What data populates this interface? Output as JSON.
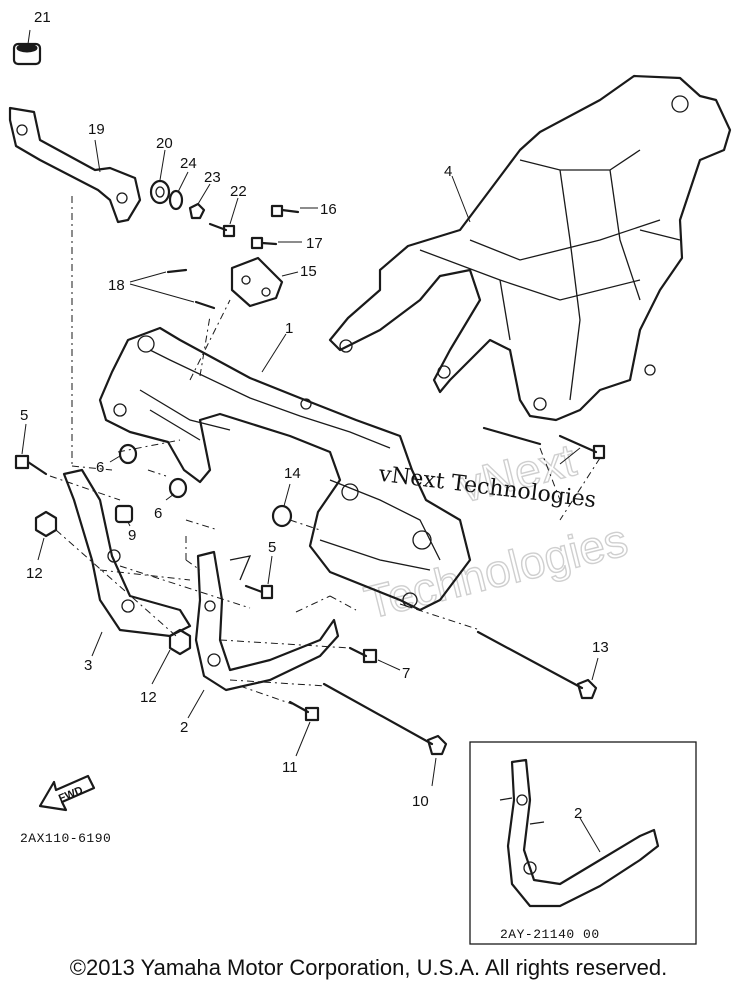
{
  "callouts": [
    "1",
    "2",
    "3",
    "4",
    "5",
    "5",
    "6",
    "6",
    "7",
    "9",
    "10",
    "11",
    "12",
    "12",
    "13",
    "14",
    "15",
    "16",
    "17",
    "18",
    "19",
    "20",
    "21",
    "22",
    "23",
    "24",
    "2"
  ],
  "diagram_code": "2AX110-6190",
  "inset_code": "2AY-21140 00",
  "fwd_label": "FWD",
  "watermark_ghost_1": "vNext",
  "watermark_ghost_2": "Technologies",
  "watermark_text": "vNext Technologies",
  "copyright": "©2013 Yamaha Motor Corporation, U.S.A. All rights reserved."
}
